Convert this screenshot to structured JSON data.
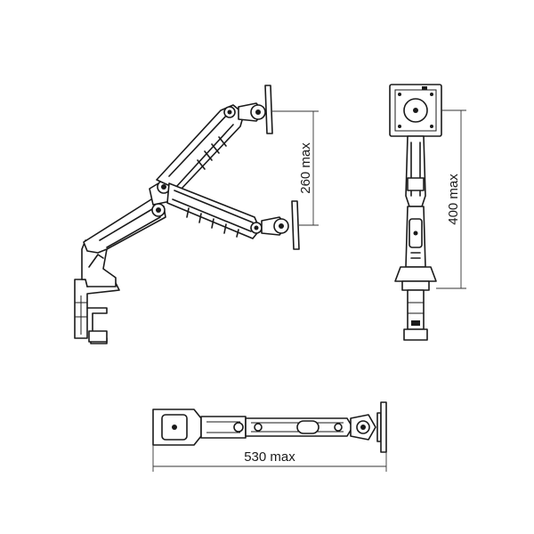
{
  "dimensions": {
    "height_arm": "260 max",
    "height_total": "400 max",
    "width_total": "530 max"
  },
  "colors": {
    "line": "#1a1a1a",
    "background": "#ffffff"
  }
}
